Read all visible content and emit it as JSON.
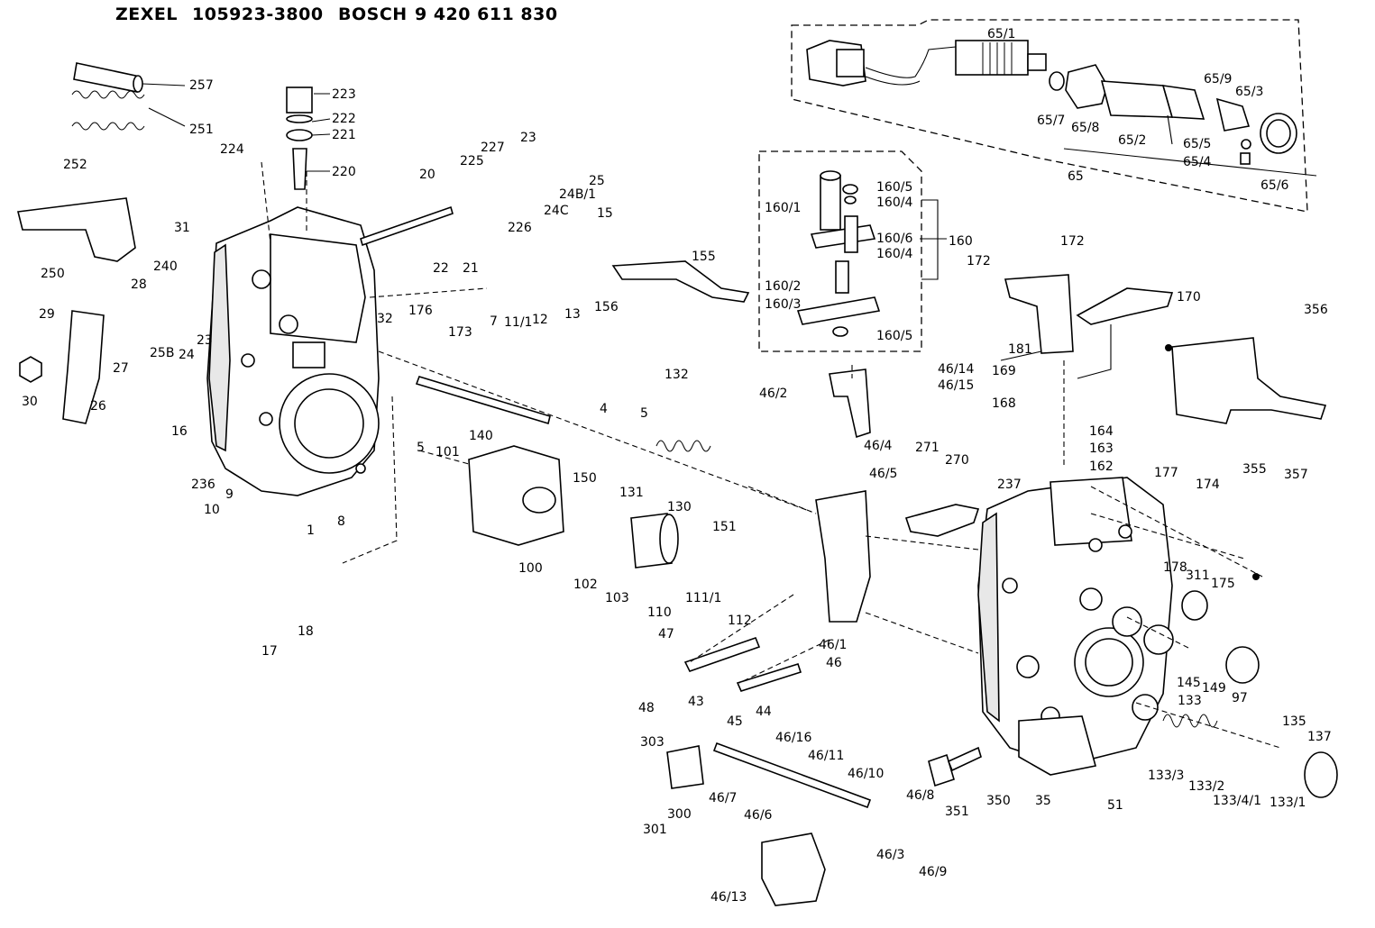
{
  "header": {
    "brand1": "ZEXEL",
    "part1": "105923-3800",
    "brand2": "BOSCH",
    "part2": "9 420 611 830"
  },
  "callouts": [
    "257",
    "251",
    "223",
    "222",
    "221",
    "220",
    "224",
    "252",
    "250",
    "31",
    "240",
    "28",
    "29",
    "30",
    "27",
    "26",
    "25B",
    "24",
    "23",
    "32",
    "16",
    "236",
    "10",
    "9",
    "8",
    "17",
    "18",
    "176",
    "173",
    "5",
    "101",
    "140",
    "150",
    "131",
    "130",
    "151",
    "100",
    "102",
    "103",
    "110",
    "111/1",
    "112",
    "20",
    "22",
    "21",
    "225",
    "227",
    "23",
    "226",
    "24C",
    "24B/1",
    "25",
    "7",
    "11/1",
    "12",
    "13",
    "15",
    "155",
    "156",
    "132",
    "4",
    "5",
    "160/5",
    "160/1",
    "160/4",
    "160/6",
    "160/4",
    "160",
    "160/2",
    "160/3",
    "160/5",
    "46/14",
    "46/2",
    "46/15",
    "46/4",
    "271",
    "270",
    "46/5",
    "46/1",
    "46",
    "47",
    "48",
    "43",
    "45",
    "44",
    "303",
    "301",
    "300",
    "46/7",
    "46/16",
    "46/11",
    "46/10",
    "46/6",
    "46/8",
    "46/3",
    "46/9",
    "46/13",
    "172",
    "172",
    "170",
    "181",
    "169",
    "168",
    "164",
    "163",
    "162",
    "356",
    "355",
    "357",
    "65/1",
    "65/7",
    "65/8",
    "65/2",
    "65/9",
    "65/3",
    "65/5",
    "65/4",
    "65",
    "65/6",
    "237",
    "177",
    "174",
    "178",
    "175",
    "311",
    "145",
    "149",
    "97",
    "133",
    "135",
    "137",
    "133/3",
    "133/2",
    "133/4/1",
    "133/1",
    "351",
    "350",
    "35",
    "51",
    "1"
  ]
}
